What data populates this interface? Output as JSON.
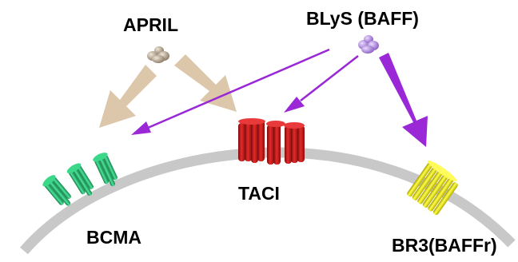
{
  "ligands": {
    "april": {
      "label": "APRIL"
    },
    "blys": {
      "label": "BLyS (BAFF)"
    }
  },
  "receptors": {
    "bcma": {
      "label": "BCMA"
    },
    "taci": {
      "label": "TACI"
    },
    "br3": {
      "label": "BR3(BAFFr)"
    }
  },
  "colors": {
    "membrane": "#c8c8c8",
    "april_arrow": "#dcc7ab",
    "blys_arrow": "#9a28d6",
    "bcma": "#2fbf79",
    "taci": "#c41616",
    "br3": "#f2ea14",
    "april_ligand": "#bca994",
    "blys_ligand": "#b698db"
  }
}
